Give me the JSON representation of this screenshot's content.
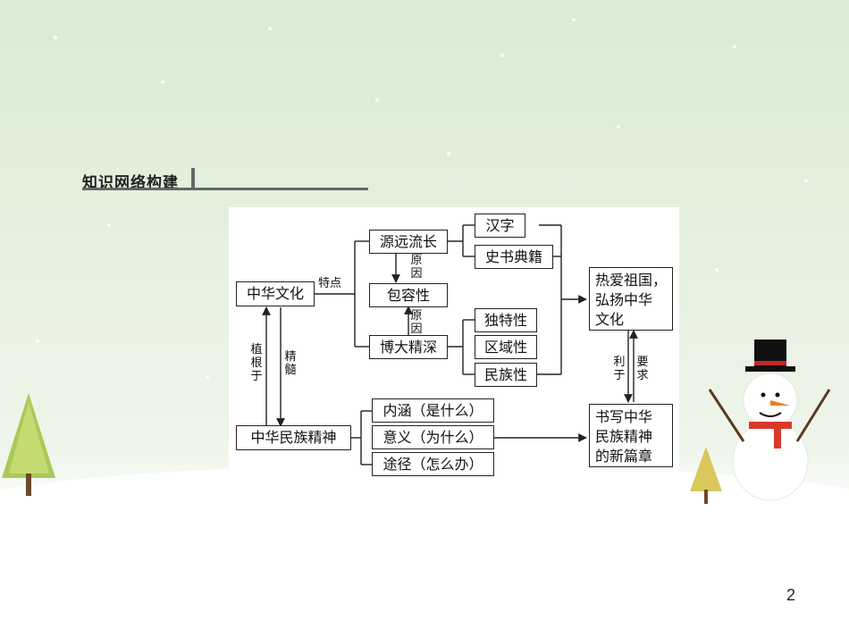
{
  "heading": "知识网络构建",
  "page_number": "2",
  "nodes": {
    "zhonghua_wenhua": "中华文化",
    "yuanyuan_liuchang": "源远流长",
    "baorongxing": "包容性",
    "boda_jingshen": "博大精深",
    "hanzi": "汉字",
    "shishu_dianji": "史书典籍",
    "dutexing": "独特性",
    "quyuxing": "区域性",
    "minzuxing": "民族性",
    "reai_zuguo": "热爱祖国，\n弘扬中华\n文化",
    "minzu_jingshen": "中华民族精神",
    "neihan": "内涵（是什么）",
    "yiyi": "意义（为什么）",
    "tujing": "途径（怎么办）",
    "shuxie_xinpian": "书写中华\n民族精神\n的新篇章"
  },
  "labels": {
    "tedian": "特点",
    "yuanyin_1": "原因",
    "yuanyin_2": "原因",
    "zhigenyu": "植根于",
    "jingsui": "精髓",
    "liyu": "利于",
    "yaoqiu": "要求"
  },
  "colors": {
    "line": "#222222",
    "background_top": "#d9ebd3",
    "snow": "#ffffff"
  }
}
